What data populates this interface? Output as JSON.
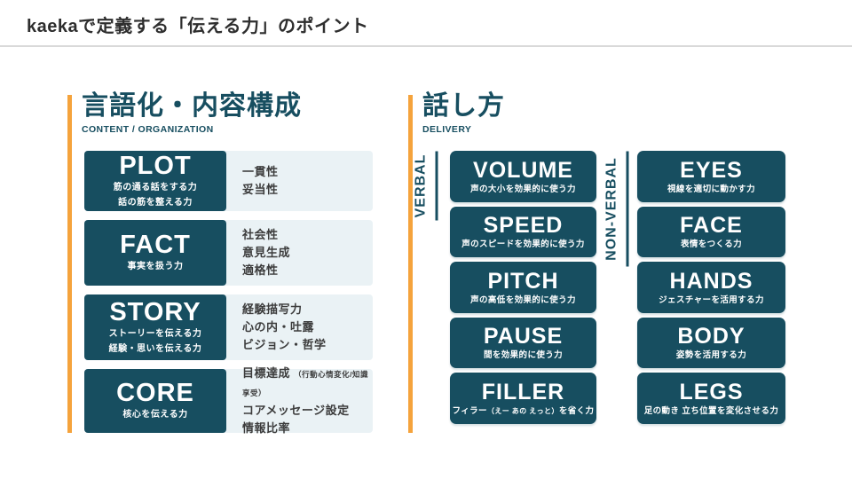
{
  "slide": {
    "title": "kaekaで定義する「伝える力」のポイント"
  },
  "colors": {
    "teal": "#174E60",
    "orange": "#F5A33C",
    "panel": "#EAF2F5"
  },
  "content_section": {
    "heading": "言語化・内容構成",
    "subheading": "CONTENT / ORGANIZATION",
    "rows": [
      {
        "title": "PLOT",
        "subs": [
          "筋の通る話をする力",
          "話の筋を整える力"
        ],
        "points": [
          "一貫性",
          "妥当性"
        ]
      },
      {
        "title": "FACT",
        "subs": [
          "事実を扱う力"
        ],
        "points": [
          "社会性",
          "意見生成",
          "適格性"
        ]
      },
      {
        "title": "STORY",
        "subs": [
          "ストーリーを伝える力",
          "経験・思いを伝える力"
        ],
        "points": [
          "経験描写力",
          "心の内・吐露",
          "ビジョン・哲学"
        ]
      },
      {
        "title": "CORE",
        "subs": [
          "核心を伝える力"
        ],
        "points": [
          "目標達成",
          "コアメッセージ設定",
          "情報比率"
        ],
        "point_note": "（行動心情変化/知識享受）"
      }
    ]
  },
  "delivery_section": {
    "heading": "話し方",
    "subheading": "DELIVERY",
    "groups": [
      {
        "label": "VERBAL",
        "boxes": [
          {
            "title": "VOLUME",
            "sub": "声の大小を効果的に使う力"
          },
          {
            "title": "SPEED",
            "sub": "声のスピードを効果的に使う力"
          },
          {
            "title": "PITCH",
            "sub": "声の高低を効果的に使う力"
          },
          {
            "title": "PAUSE",
            "sub": "間を効果的に使う力"
          },
          {
            "title": "FILLER",
            "sub_parts": [
              "フィラー",
              "（えー あの えっと）",
              "を省く力"
            ]
          }
        ]
      },
      {
        "label": "NON-VERBAL",
        "boxes": [
          {
            "title": "EYES",
            "sub": "視線を適切に動かす力"
          },
          {
            "title": "FACE",
            "sub": "表情をつくる力"
          },
          {
            "title": "HANDS",
            "sub": "ジェスチャーを活用する力"
          },
          {
            "title": "BODY",
            "sub": "姿勢を活用する力"
          },
          {
            "title": "LEGS",
            "sub": "足の動き 立ち位置を変化させる力"
          }
        ]
      }
    ]
  }
}
